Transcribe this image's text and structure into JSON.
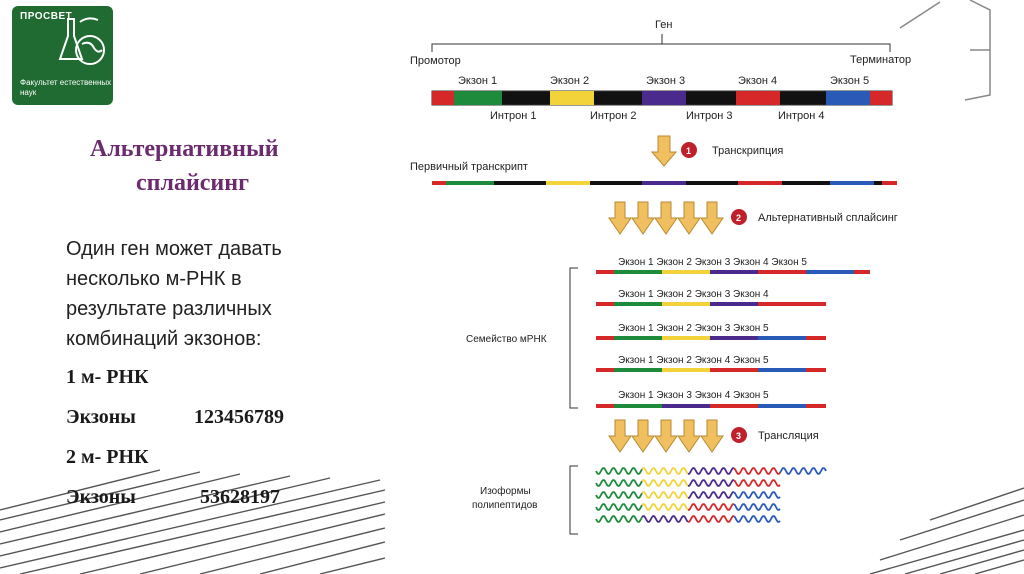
{
  "logo": {
    "brand_line1": "ПРОСВЕТ",
    "caption": "Факультет естественных наук",
    "brand_color": "#1f6b32"
  },
  "title": {
    "line1": "Альтернативный",
    "line2": "сплайсинг",
    "color": "#6b2b6e"
  },
  "body": {
    "line1": "Один ген  может давать",
    "line2": "несколько м-РНК в",
    "line3": "результате различных",
    "line4": "комбинаций экзонов:"
  },
  "mrna_list": [
    {
      "label": "1 м- РНК",
      "value": ""
    },
    {
      "label": "Экзоны",
      "value": "123456789"
    },
    {
      "label": "2 м- РНК",
      "value": ""
    },
    {
      "label": "Экзоны",
      "value": "53628197"
    }
  ],
  "diagram": {
    "gene": "Ген",
    "promoter": "Промотор",
    "terminator": "Терминатор",
    "exons": [
      "Экзон 1",
      "Экзон 2",
      "Экзон 3",
      "Экзон 4",
      "Экзон 5"
    ],
    "introns": [
      "Интрон 1",
      "Интрон 2",
      "Интрон 3",
      "Интрон 4"
    ],
    "step1": {
      "num": "1",
      "label": "Транскрипция"
    },
    "primary_transcript": "Первичный транскрипт",
    "step2": {
      "num": "2",
      "label": "Альтернативный сплайсинг"
    },
    "mrna_family_label": "Семейство мРНК",
    "mrna_variants": [
      "Экзон 1  Экзон 2  Экзон 3  Экзон 4  Экзон 5",
      "Экзон 1  Экзон 2  Экзон 3  Экзон 4",
      "Экзон 1  Экзон 2  Экзон 3  Экзон 5",
      "Экзон 1  Экзон 2  Экзон 4  Экзон 5",
      "Экзон 1  Экзон 3  Экзон 4  Экзон 5"
    ],
    "step3": {
      "num": "3",
      "label": "Трансляция"
    },
    "isoforms_line1": "Изоформы",
    "isoforms_line2": "полипептидов",
    "colors": {
      "promoter": "#d62828",
      "exon1": "#1e8a3c",
      "exon2": "#f2d43a",
      "exon3": "#4a2a8c",
      "exon4": "#d62828",
      "exon5": "#2a5ab8",
      "intron": "#111111",
      "arrow": "#f0c060",
      "step_circle": "#c0202a"
    }
  }
}
